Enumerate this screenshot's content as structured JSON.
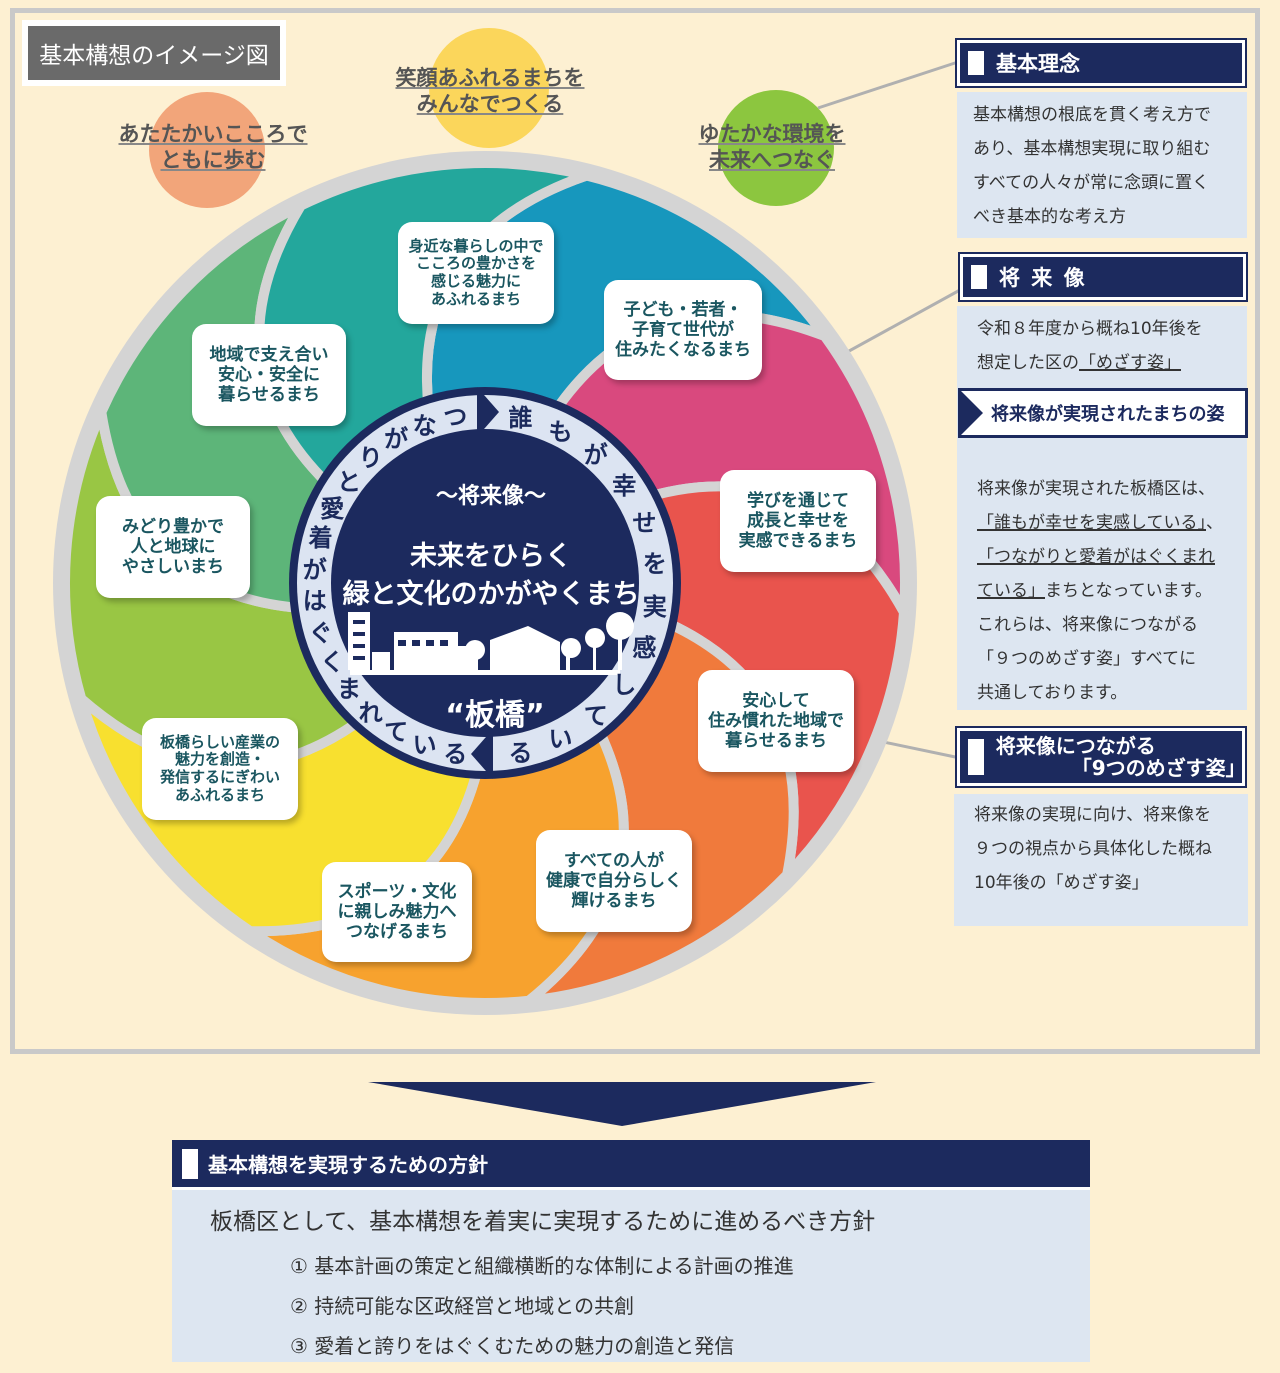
{
  "title": "基本構想のイメージ図",
  "principles": [
    {
      "text": "あたたかいこころで\nともに歩む",
      "color": "#f2a57a"
    },
    {
      "text": "笑顔あふれるまちを\nみんなでつくる",
      "color": "#fbd65b"
    },
    {
      "text": "ゆたかな環境を\n未来へつなぐ",
      "color": "#8cc63f"
    }
  ],
  "petals": [
    {
      "text": "身近な暮らしの中で\nこころの豊かさを\n感じる魅力に\nあふれるまち",
      "color": "#1797bd"
    },
    {
      "text": "子ども・若者・\n子育て世代が\n住みたくなるまち",
      "color": "#d9497e"
    },
    {
      "text": "学びを通じて\n成長と幸せを\n実感できるまち",
      "color": "#e9544d"
    },
    {
      "text": "安心して\n住み慣れた地域で\n暮らせるまち",
      "color": "#f07a3c"
    },
    {
      "text": "すべての人が\n健康で自分らしく\n輝けるまち",
      "color": "#f7a22e"
    },
    {
      "text": "スポーツ・文化\nに親しみ魅力へ\nつなげるまち",
      "color": "#f8e02f"
    },
    {
      "text": "板橋らしい産業の\n魅力を創造・\n発信するにぎわい\nあふれるまち",
      "color": "#99c644"
    },
    {
      "text": "みどり豊かで\n人と地球に\nやさしいまち",
      "color": "#5db579"
    },
    {
      "text": "地域で支え合い\n安心・安全に\n暮らせるまち",
      "color": "#23a79c"
    }
  ],
  "center": {
    "heading": "～将来像～",
    "line1": "未来をひらく",
    "line2": "緑と文化のかがやくまち",
    "name": "“板橋”"
  },
  "ring_text": {
    "right": [
      "誰",
      "も",
      "が",
      "幸",
      "せ",
      "を",
      "実",
      "感",
      "し",
      "て",
      "い",
      "る"
    ],
    "left": [
      "つ",
      "な",
      "が",
      "り",
      "と",
      "愛",
      "着",
      "が",
      "は",
      "ぐ",
      "く",
      "ま",
      "れ",
      "て",
      "い",
      "る"
    ]
  },
  "right_panel": {
    "basic_principle": {
      "header": "基本理念",
      "body": [
        "基本構想の根底を貫く考え方で",
        "あり、基本構想実現に取り組む",
        "すべての人々が常に念頭に置く",
        "べき基本的な考え方"
      ]
    },
    "vision": {
      "header": "将 来 像",
      "body_line1": "令和８年度から概ね10年後を",
      "body_line2_plain": "想定した区の",
      "body_line2_u": "「めざす姿」",
      "sub_banner": "将来像が実現されたまちの姿",
      "detail": [
        {
          "plain": "将来像が実現された板橋区は、",
          "u": ""
        },
        {
          "plain": "",
          "u": "「誰もが幸せを実感している」",
          "after": "、"
        },
        {
          "plain": "",
          "u": "「つながりと愛着がはぐくまれ"
        },
        {
          "plain": "",
          "u": "ている」",
          "after": "まちとなっています。"
        },
        {
          "plain": "これらは、将来像につながる",
          "u": ""
        },
        {
          "plain": "「９つのめざす姿」すべてに",
          "u": ""
        },
        {
          "plain": "共通しております。",
          "u": ""
        }
      ]
    },
    "nine": {
      "header_line1": "将来像につながる",
      "header_line2": "「9つのめざす姿」",
      "body": [
        "将来像の実現に向け、将来像を",
        "９つの視点から具体化した概ね",
        "10年後の「めざす姿」"
      ]
    }
  },
  "policy": {
    "header": "基本構想を実現するための方針",
    "lead": "板橋区として、基本構想を着実に実現するために進めるべき方針",
    "items": [
      "①  基本計画の策定と組織横断的な体制による計画の推進",
      "②  持続可能な区政経営と地域との共創",
      "③  愛着と誇りをはぐくむための魅力の創造と発信"
    ]
  },
  "colors": {
    "navy": "#1c2a5e",
    "panel_bg": "#dde6f1",
    "page_bg": "#fdf0d2"
  }
}
